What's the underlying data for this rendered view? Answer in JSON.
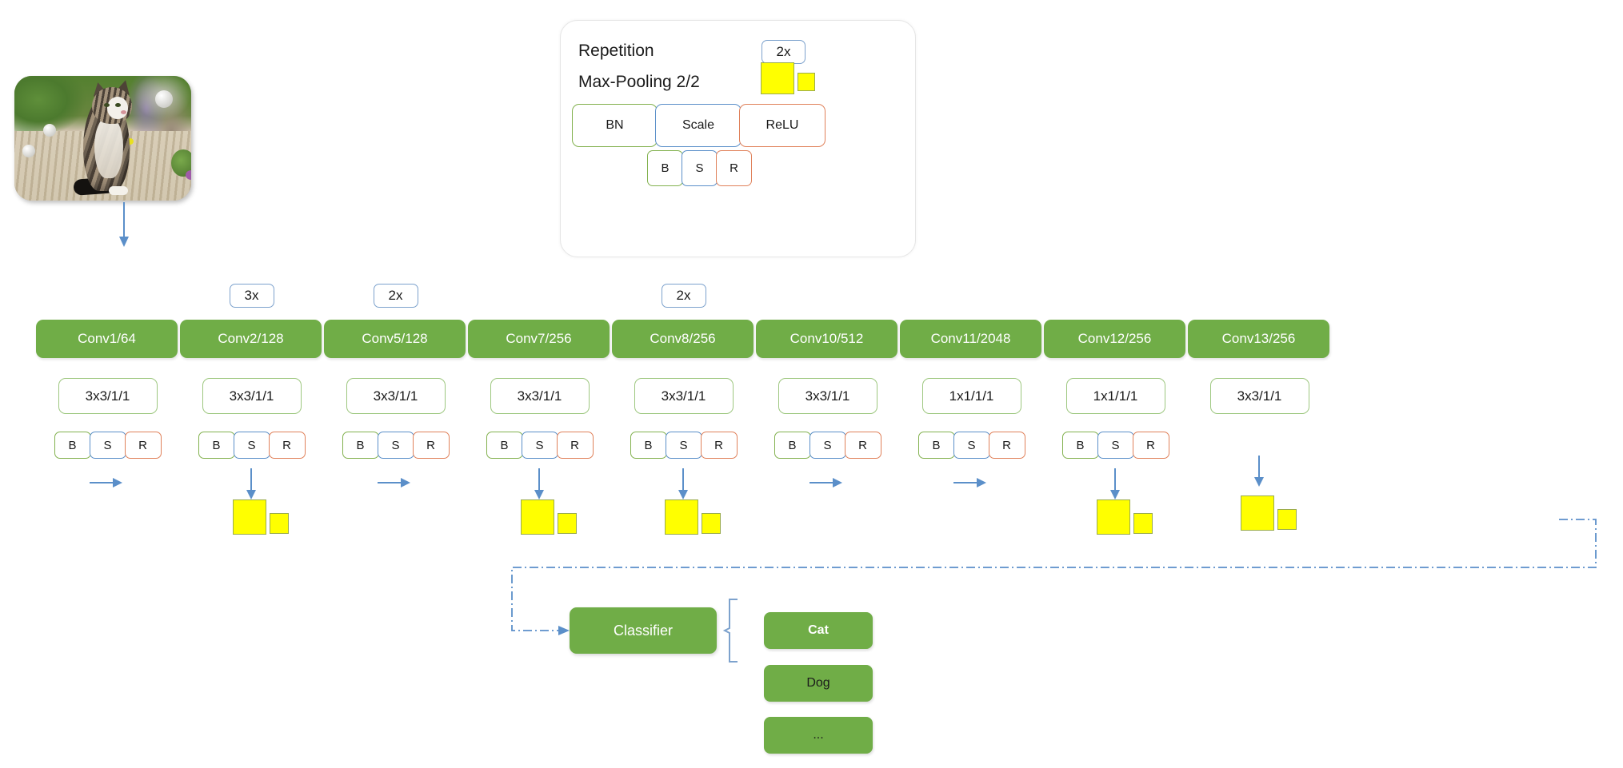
{
  "legend": {
    "repetition_label": "Repetition",
    "repetition_badge": "2x",
    "maxpool_label": "Max-Pooling  2/2",
    "wide_boxes": [
      {
        "label": "BN",
        "color": "#82b14e"
      },
      {
        "label": "Scale",
        "color": "#5b8fc9"
      },
      {
        "label": "ReLU",
        "color": "#e0815a"
      }
    ],
    "abbrev_boxes": [
      {
        "label": "B",
        "color": "#82b14e"
      },
      {
        "label": "S",
        "color": "#5b8fc9"
      },
      {
        "label": "R",
        "color": "#e0815a"
      }
    ]
  },
  "input": {
    "alt": "cat-photo"
  },
  "pipeline": {
    "blocks": [
      {
        "name": "Conv1/64",
        "kernel": "3x3/1/1",
        "repeat": null,
        "bsr": true,
        "flow": "right",
        "maxpool": false
      },
      {
        "name": "Conv2/128",
        "kernel": "3x3/1/1",
        "repeat": "3x",
        "bsr": true,
        "flow": "down",
        "maxpool": true
      },
      {
        "name": "Conv5/128",
        "kernel": "3x3/1/1",
        "repeat": "2x",
        "bsr": true,
        "flow": "right",
        "maxpool": false
      },
      {
        "name": "Conv7/256",
        "kernel": "3x3/1/1",
        "repeat": null,
        "bsr": true,
        "flow": "down",
        "maxpool": true
      },
      {
        "name": "Conv8/256",
        "kernel": "3x3/1/1",
        "repeat": "2x",
        "bsr": true,
        "flow": "down",
        "maxpool": true
      },
      {
        "name": "Conv10/512",
        "kernel": "3x3/1/1",
        "repeat": null,
        "bsr": true,
        "flow": "right",
        "maxpool": false
      },
      {
        "name": "Conv11/2048",
        "kernel": "1x1/1/1",
        "repeat": null,
        "bsr": true,
        "flow": "right",
        "maxpool": false
      },
      {
        "name": "Conv12/256",
        "kernel": "1x1/1/1",
        "repeat": null,
        "bsr": true,
        "flow": "down",
        "maxpool": true
      },
      {
        "name": "Conv13/256",
        "kernel": "3x3/1/1",
        "repeat": null,
        "bsr": false,
        "flow": "down",
        "maxpool": true
      }
    ],
    "bsr_labels": [
      "B",
      "S",
      "R"
    ]
  },
  "classifier": {
    "label": "Classifier"
  },
  "outputs": [
    {
      "label": "Cat",
      "emphasis": "white"
    },
    {
      "label": "Dog",
      "emphasis": "dark"
    },
    {
      "label": "...",
      "emphasis": "dark"
    }
  ],
  "colors": {
    "conv_green": "#70ad47",
    "kernel_border": "#9dc77f",
    "bn_green": "#82b14e",
    "scale_blue": "#5b8fc9",
    "relu_orange": "#e0815a",
    "maxpool_yellow": "#ffff00",
    "maxpool_border": "#9aab4e",
    "arrow_blue": "#5b8fc9",
    "dashed_blue": "#5b8fc9",
    "panel_border": "#e6e6e6"
  }
}
